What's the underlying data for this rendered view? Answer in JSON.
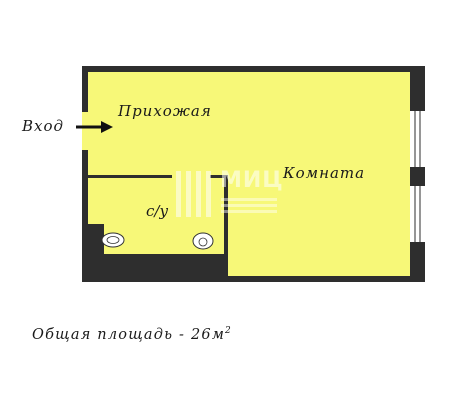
{
  "plan": {
    "entrance_label": "Вход",
    "hallway_label": "Прихожая",
    "room_label": "Комната",
    "bathroom_label": "с/у",
    "total_area_label": "Общая площадь - 26м",
    "total_area_superscript": "2",
    "watermark_text": "МИЦ"
  },
  "colors": {
    "wall": "#2e2e2e",
    "floor": "#f7f878",
    "window": "#ffffff",
    "text": "#1a1a1a"
  }
}
